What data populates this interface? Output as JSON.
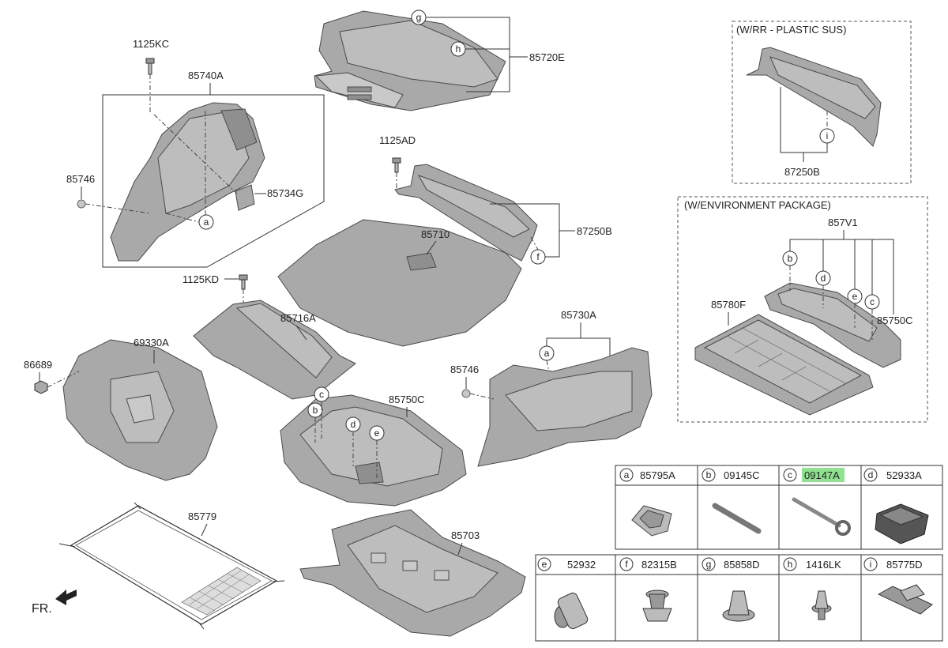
{
  "labels": {
    "p85740A": "85740A",
    "p1125KC": "1125KC",
    "p85746_left": "85746",
    "p85734G": "85734G",
    "p85720E": "85720E",
    "p1125AD": "1125AD",
    "p87250B_mid": "87250B",
    "p85710": "85710",
    "p1125KD": "1125KD",
    "p85716A": "85716A",
    "p69330A": "69330A",
    "p86689": "86689",
    "p85750C_mid": "85750C",
    "p85730A": "85730A",
    "p85746_right": "85746",
    "p85779": "85779",
    "p85703": "85703",
    "fr": "FR.",
    "box1_title": "(W/RR - PLASTIC SUS)",
    "box1_part": "87250B",
    "box2_title": "(W/ENVIRONMENT PACKAGE)",
    "box2_857V1": "857V1",
    "box2_85780F": "85780F",
    "box2_85750C": "85750C"
  },
  "callouts": {
    "a": "a",
    "b": "b",
    "c": "c",
    "d": "d",
    "e": "e",
    "f": "f",
    "g": "g",
    "h": "h",
    "i": "i"
  },
  "legend": {
    "row1": [
      {
        "key": "a",
        "part": "85795A",
        "highlight": false
      },
      {
        "key": "b",
        "part": "09145C",
        "highlight": false
      },
      {
        "key": "c",
        "part": "09147A",
        "highlight": true
      },
      {
        "key": "d",
        "part": "52933A",
        "highlight": false
      }
    ],
    "row2": [
      {
        "key": "e",
        "part": "52932",
        "highlight": false
      },
      {
        "key": "f",
        "part": "82315B",
        "highlight": false
      },
      {
        "key": "g",
        "part": "85858D",
        "highlight": false
      },
      {
        "key": "h",
        "part": "1416LK",
        "highlight": false
      },
      {
        "key": "i",
        "part": "85775D",
        "highlight": false
      }
    ]
  },
  "colors": {
    "part_fill": "#a9a9a9",
    "highlight": "#8fe28f",
    "line": "#333333"
  }
}
